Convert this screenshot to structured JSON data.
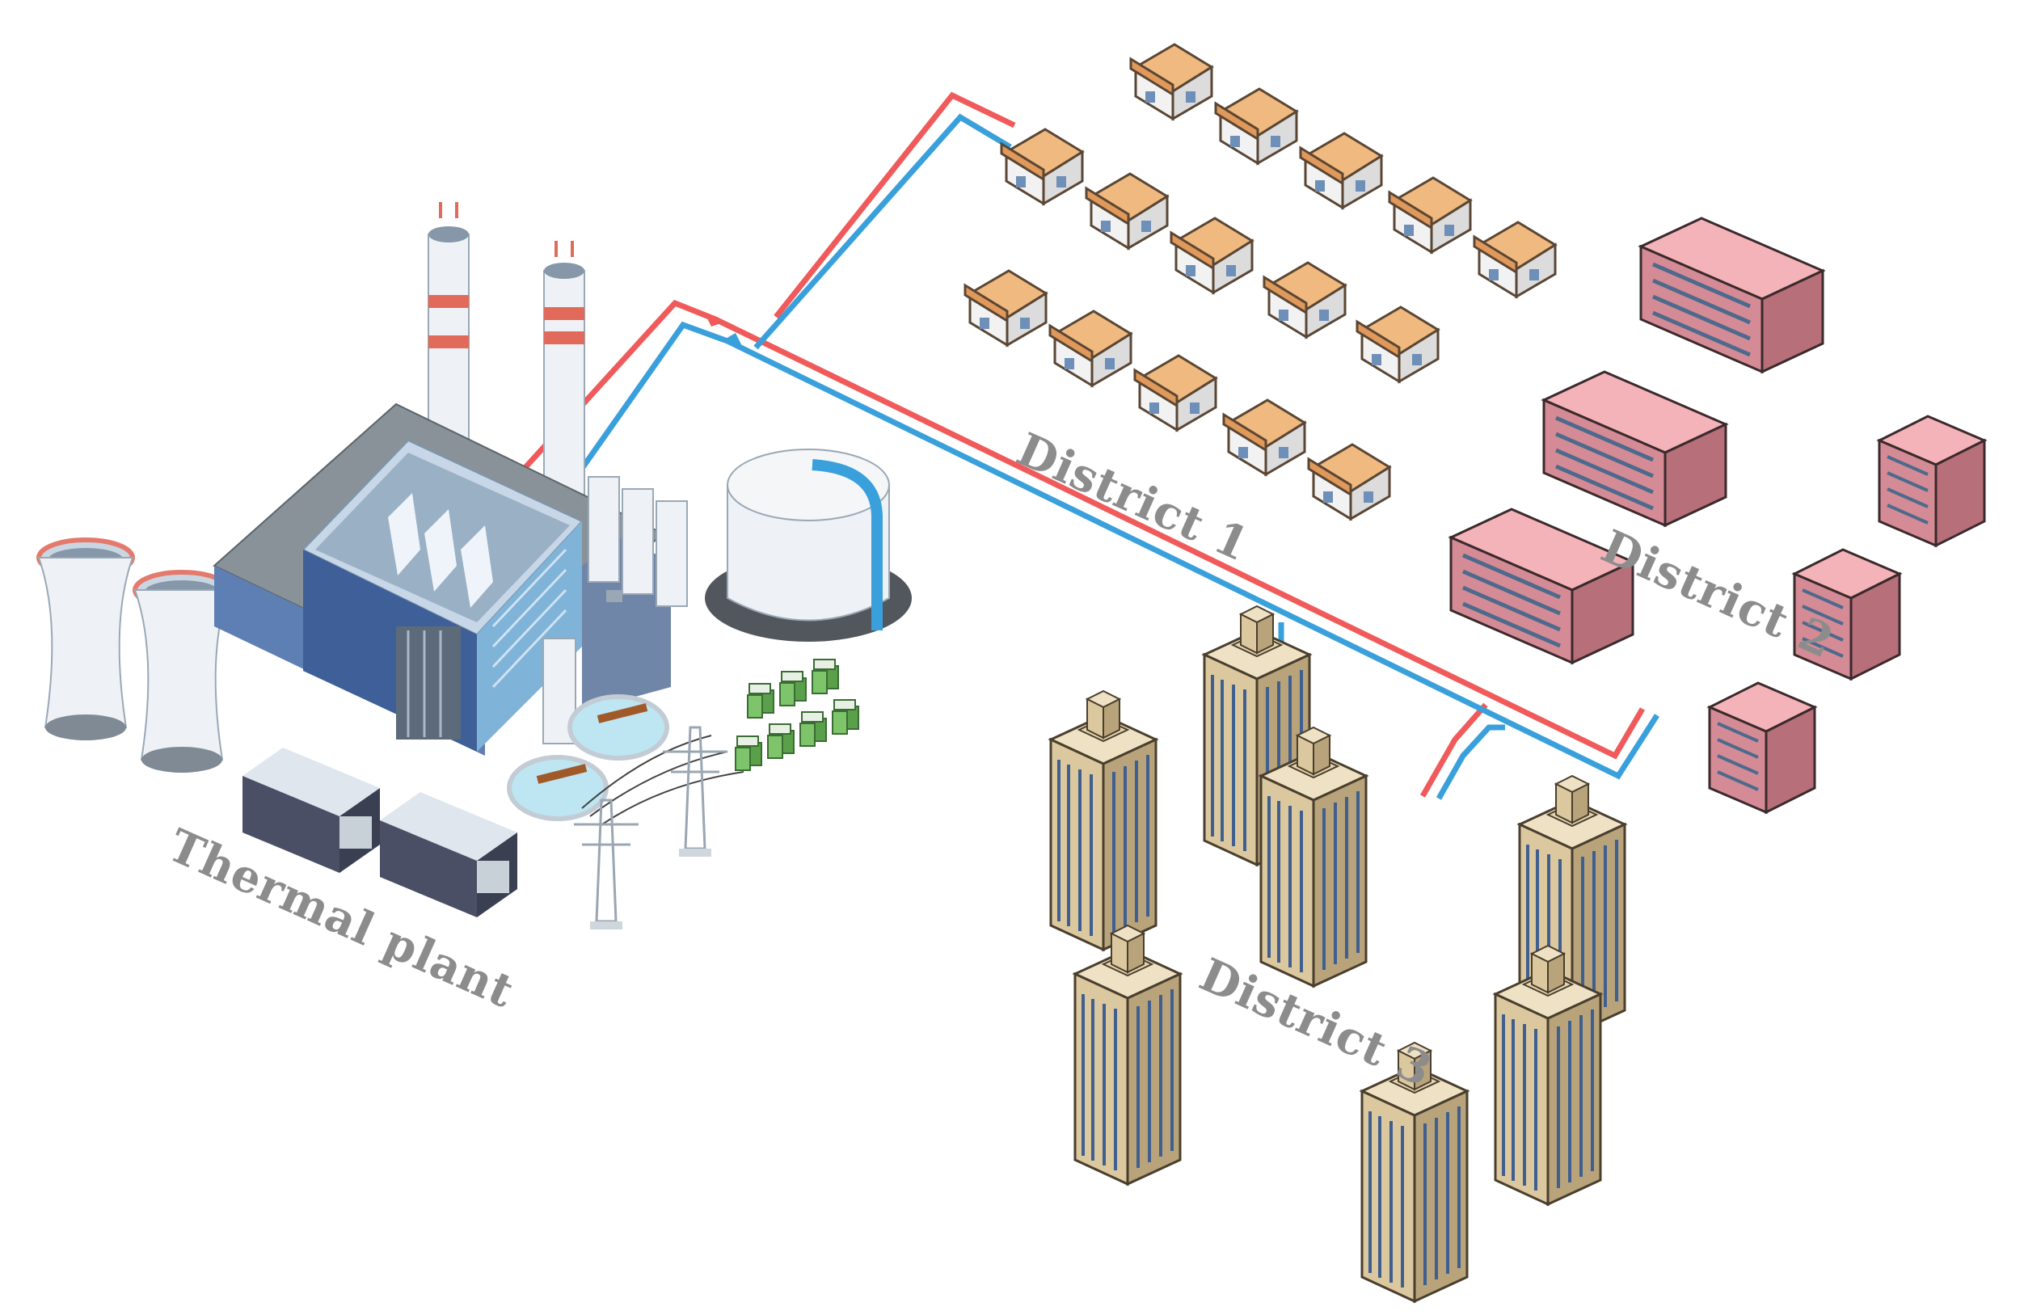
{
  "labels": {
    "plant": "Thermal plant",
    "district1": "District 1",
    "district2": "District 2",
    "district3": "District 3"
  },
  "colors": {
    "supply_pipe": "#f05a5a",
    "return_pipe": "#3aa0dc",
    "house_roof": "#e8a867",
    "apartment": "#d98f98",
    "tower": "#d9c49a",
    "label": "#8c8c8c"
  }
}
